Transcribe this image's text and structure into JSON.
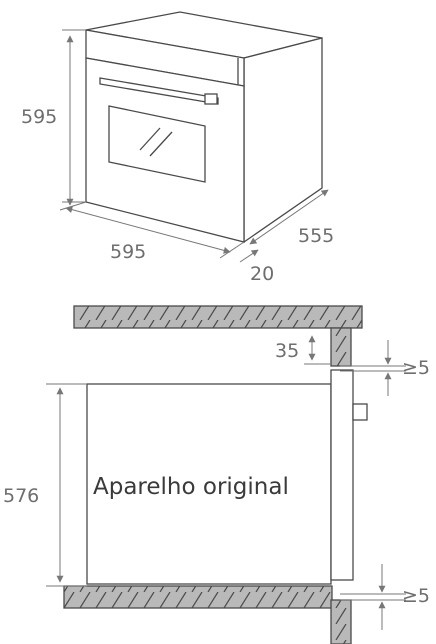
{
  "top_view": {
    "height_dim": "595",
    "width_dim": "595",
    "depth_dim": "555",
    "panel_dim": "20"
  },
  "section_view": {
    "gap_top_dim": "35",
    "clearance_top_dim": "≥5",
    "clearance_bottom_dim": "≥5",
    "height_dim": "576",
    "appliance_label": "Aparelho original"
  },
  "colors": {
    "line": "#4a4a4a",
    "dim_line": "#777777",
    "hatch_fill": "#b9b9b9"
  }
}
